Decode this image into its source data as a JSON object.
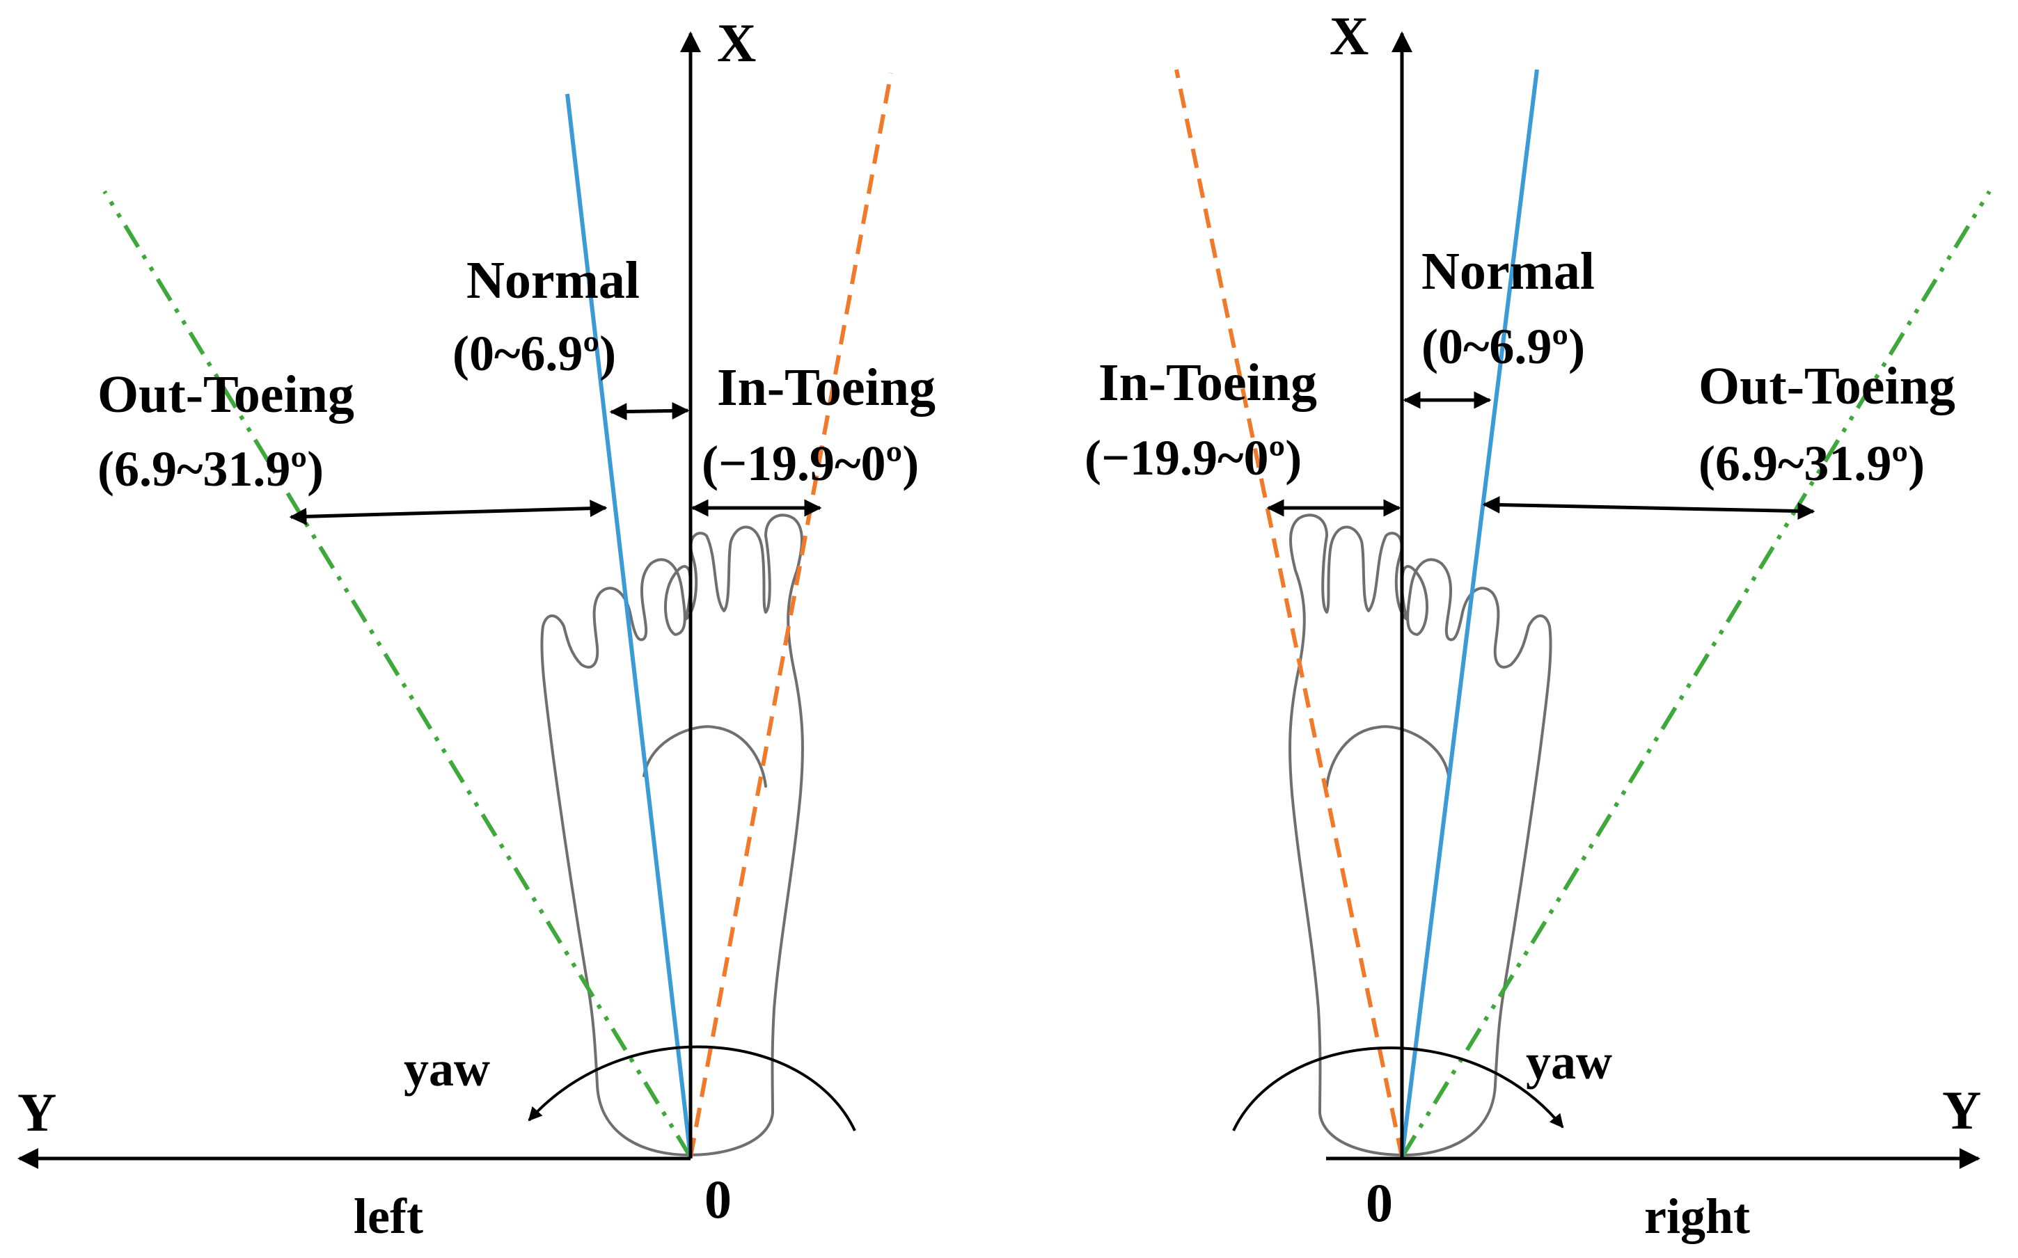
{
  "colors": {
    "normal": "#3a9bd8",
    "in_toeing": "#f07a2a",
    "out_toeing": "#3fa83a",
    "axis": "#000000",
    "foot_outline": "#6f6f6f"
  },
  "left_panel": {
    "axis_x_label": "X",
    "axis_y_label": "Y",
    "origin_label": "0",
    "side_label": "left",
    "yaw_label": "yaw",
    "normal": {
      "label": "Normal",
      "range": "(0~6.9º)"
    },
    "in_toeing": {
      "label": "In-Toeing",
      "range": "(−19.9~0º)"
    },
    "out_toeing": {
      "label": "Out-Toeing",
      "range": "(6.9~31.9º)"
    }
  },
  "right_panel": {
    "axis_x_label": "X",
    "axis_y_label": "Y",
    "origin_label": "0",
    "side_label": "right",
    "yaw_label": "yaw",
    "normal": {
      "label": "Normal",
      "range": "(0~6.9º)"
    },
    "in_toeing": {
      "label": "In-Toeing",
      "range": "(−19.9~0º)"
    },
    "out_toeing": {
      "label": "Out-Toeing",
      "range": "(6.9~31.9º)"
    }
  }
}
